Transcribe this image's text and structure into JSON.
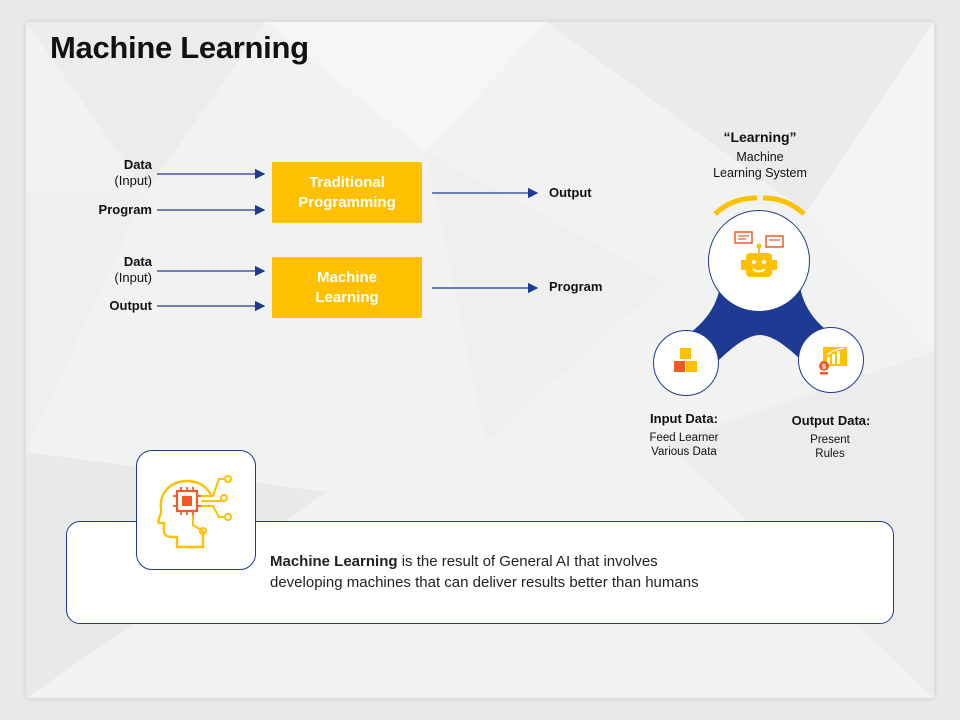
{
  "title": "Machine Learning",
  "flow": {
    "top": {
      "input_data": "Data",
      "input_data_sub": "(Input)",
      "input_program": "Program",
      "box_line1": "Traditional",
      "box_line2": "Programming",
      "output": "Output"
    },
    "bottom": {
      "input_data": "Data",
      "input_data_sub": "(Input)",
      "input_output": "Output",
      "box_line1": "Machine",
      "box_line2": "Learning",
      "output": "Program"
    }
  },
  "system": {
    "heading": "“Learning”",
    "sub1": "Machine",
    "sub2": "Learning  System",
    "input_title": "Input Data:",
    "input_l1": "Feed Learner",
    "input_l2": "Various Data",
    "output_title": "Output Data:",
    "output_l1": "Present",
    "output_l2": "Rules"
  },
  "note": {
    "bold": "Machine Learning",
    "rest1": " is the result of General AI that involves",
    "line2": "developing machines that can deliver results better than humans"
  },
  "colors": {
    "accent": "#ffc000",
    "navy": "#1f3a93",
    "orange": "#f05a28"
  },
  "icons": [
    "ai-head-icon",
    "robot-icon",
    "blocks-icon",
    "chart-money-icon"
  ]
}
